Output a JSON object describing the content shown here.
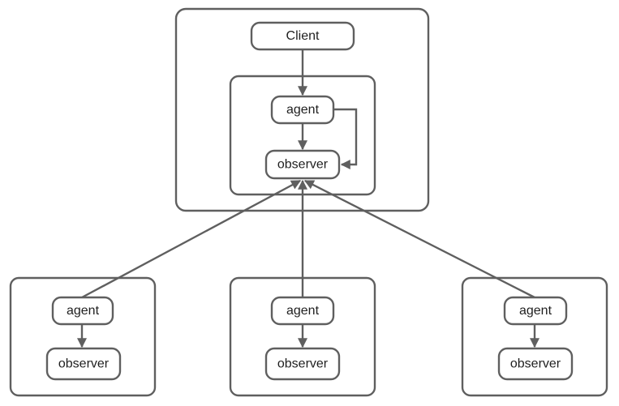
{
  "diagram": {
    "nodes": {
      "client": "Client",
      "center_agent": "agent",
      "center_observer": "observer",
      "left_agent": "agent",
      "left_observer": "observer",
      "middle_agent": "agent",
      "middle_observer": "observer",
      "right_agent": "agent",
      "right_observer": "observer"
    },
    "edges": [
      {
        "from": "client",
        "to": "center_agent"
      },
      {
        "from": "center_agent",
        "to": "center_observer"
      },
      {
        "from": "center_agent",
        "to": "center_observer",
        "route": "side"
      },
      {
        "from": "left_agent",
        "to": "left_observer"
      },
      {
        "from": "middle_agent",
        "to": "middle_observer"
      },
      {
        "from": "right_agent",
        "to": "right_observer"
      },
      {
        "from": "left_agent",
        "to": "center_observer"
      },
      {
        "from": "middle_agent",
        "to": "center_observer"
      },
      {
        "from": "right_agent",
        "to": "center_observer"
      }
    ],
    "colors": {
      "stroke": "#5f5f5f",
      "text": "#1f1f1f",
      "background": "#ffffff"
    }
  }
}
